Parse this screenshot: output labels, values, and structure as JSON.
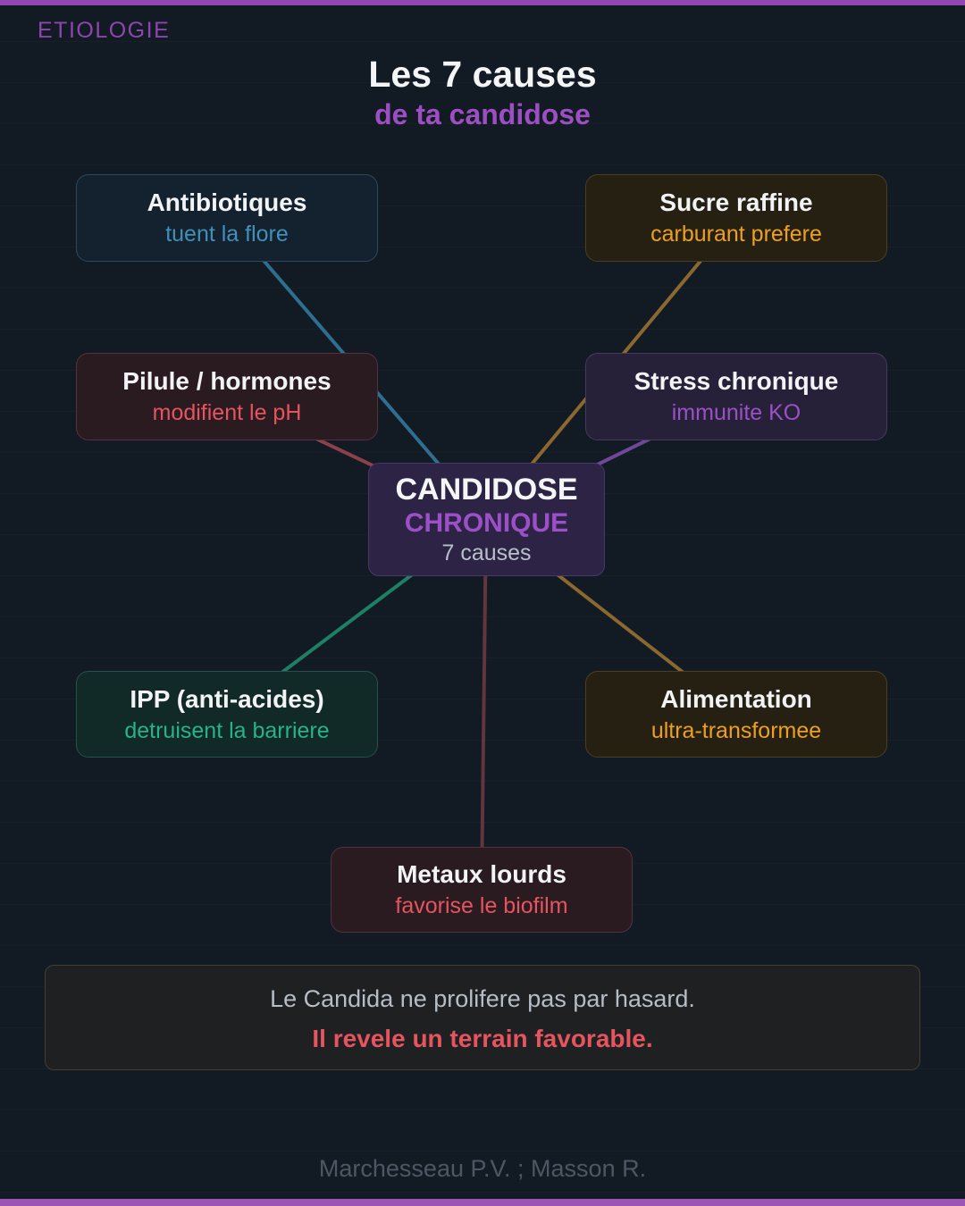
{
  "page": {
    "eyebrow": "ETIOLOGIE",
    "title": "Les 7 causes",
    "subtitle": "de ta candidose",
    "background_color": "#121a24",
    "accent_purple": "#9b4fc1",
    "top_bar_color": "#9246b2",
    "bottom_bar_color": "#9c55b5"
  },
  "center_node": {
    "title": "CANDIDOSE",
    "subtitle": "CHRONIQUE",
    "caption": "7 causes",
    "subtitle_color": "#9c50c8",
    "background_color": "#2c2345"
  },
  "causes": [
    {
      "title": "Antibiotiques",
      "subtitle": "tuent la flore",
      "accent": "#4090b8",
      "theme": "blue"
    },
    {
      "title": "Sucre raffine",
      "subtitle": "carburant prefere",
      "accent": "#eda01f",
      "theme": "gold"
    },
    {
      "title": "Pilule / hormones",
      "subtitle": "modifient le pH",
      "accent": "#e5545f",
      "theme": "red"
    },
    {
      "title": "Stress chronique",
      "subtitle": "immunite KO",
      "accent": "#9b51c6",
      "theme": "violet"
    },
    {
      "title": "IPP (anti-acides)",
      "subtitle": "detruisent la barriere",
      "accent": "#27b389",
      "theme": "teal"
    },
    {
      "title": "Alimentation",
      "subtitle": "ultra-transformee",
      "accent": "#eda01f",
      "theme": "gold"
    },
    {
      "title": "Metaux lourds",
      "subtitle": "favorise le biofilm",
      "accent": "#e5545f",
      "theme": "red"
    }
  ],
  "connections": [
    {
      "from": "Antibiotiques",
      "to": "CANDIDOSE CHRONIQUE",
      "color": "#2e6e8e"
    },
    {
      "from": "Sucre raffine",
      "to": "CANDIDOSE CHRONIQUE",
      "color": "#8a682e"
    },
    {
      "from": "Pilule / hormones",
      "to": "CANDIDOSE CHRONIQUE",
      "color": "#8c4049"
    },
    {
      "from": "Stress chronique",
      "to": "CANDIDOSE CHRONIQUE",
      "color": "#6f4899"
    },
    {
      "from": "IPP (anti-acides)",
      "to": "CANDIDOSE CHRONIQUE",
      "color": "#1d8065"
    },
    {
      "from": "Alimentation",
      "to": "CANDIDOSE CHRONIQUE",
      "color": "#8a682e"
    },
    {
      "from": "Metaux lourds",
      "to": "CANDIDOSE CHRONIQUE",
      "color": "#63353d"
    }
  ],
  "statement": {
    "line1": "Le Candida ne prolifere pas par hasard.",
    "line2": "Il revele un terrain favorable.",
    "line2_color": "#e5545f"
  },
  "footer": {
    "credits": "Marchesseau P.V. ; Masson R."
  }
}
